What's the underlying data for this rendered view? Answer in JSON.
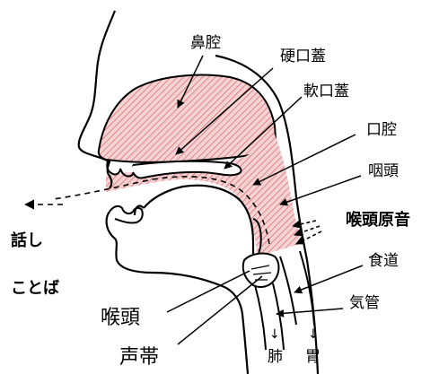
{
  "labels": {
    "nasal_cavity": "鼻腔",
    "hard_palate": "硬口蓋",
    "soft_palate": "軟口蓋",
    "oral_cavity": "口腔",
    "pharynx": "咽頭",
    "glottal_sound": "喉頭原音",
    "esophagus": "食道",
    "trachea": "気管",
    "larynx": "喉頭",
    "vocal_cords": "声帯",
    "lungs": "肺",
    "stomach": "胃",
    "speech_line1": "話し",
    "speech_line2": "ことば",
    "arrow_down": "↓"
  },
  "colors": {
    "tract_fill": "#f3c9c9",
    "tract_hatch": "#d9636b",
    "line": "#000000"
  }
}
